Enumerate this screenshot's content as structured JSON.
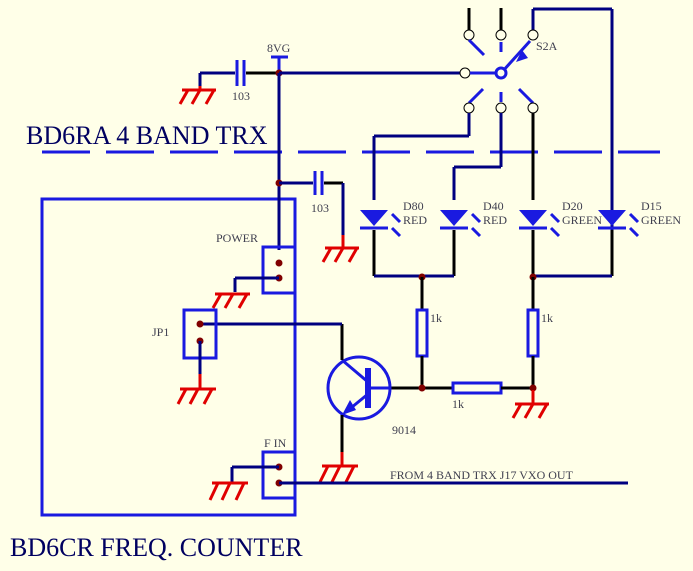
{
  "titles": {
    "trx": "BD6RA 4 BAND TRX",
    "counter": "BD6CR FREQ. COUNTER"
  },
  "labels": {
    "vcc": "8VG",
    "cap1": "103",
    "cap2": "103",
    "switch": "S2A",
    "power": "POWER",
    "jp1": "JP1",
    "fin": "F IN",
    "transistor": "9014",
    "r1": "1k",
    "r2": "1k",
    "r3": "1k",
    "input_note": "FROM 4 BAND TRX J17 VXO OUT"
  },
  "leds": [
    {
      "name": "D80",
      "color": "RED"
    },
    {
      "name": "D40",
      "color": "RED"
    },
    {
      "name": "D20",
      "color": "GREEN"
    },
    {
      "name": "D15",
      "color": "GREEN"
    }
  ]
}
